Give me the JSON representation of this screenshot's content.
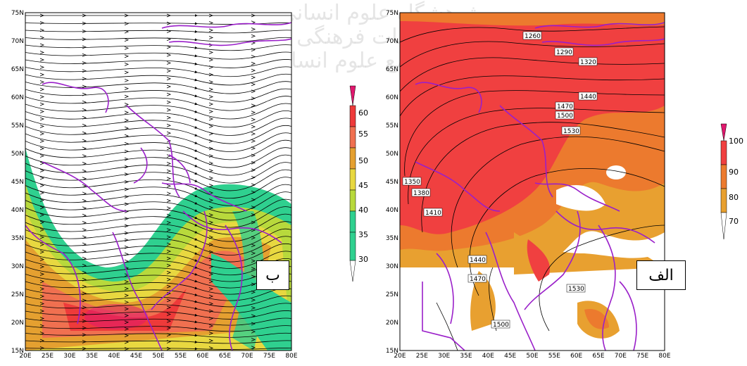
{
  "watermark": {
    "line1": "پژوهشگاه علوم انسانی و مطالعات فرهنگی",
    "line2": "پرتال جامع علوم انسانی"
  },
  "panels": [
    {
      "id": "b",
      "label": "ب",
      "lat_ticks": [
        "75N",
        "70N",
        "65N",
        "60N",
        "55N",
        "50N",
        "45N",
        "40N",
        "35N",
        "30N",
        "25N",
        "20N",
        "15N"
      ],
      "lon_ticks": [
        "20E",
        "25E",
        "30E",
        "35E",
        "40E",
        "45E",
        "50E",
        "55E",
        "60E",
        "65E",
        "70E",
        "75E",
        "80E"
      ],
      "colorbar_labels": [
        "60",
        "55",
        "50",
        "45",
        "40",
        "35",
        "30"
      ],
      "overlay": "streamlines"
    },
    {
      "id": "alef",
      "label": "الف",
      "lat_ticks": [
        "75N",
        "70N",
        "65N",
        "60N",
        "55N",
        "50N",
        "45N",
        "40N",
        "35N",
        "30N",
        "25N",
        "20N",
        "15N"
      ],
      "lon_ticks": [
        "20E",
        "25E",
        "30E",
        "35E",
        "40E",
        "45E",
        "50E",
        "55E",
        "60E",
        "65E",
        "70E",
        "75E",
        "80E"
      ],
      "colorbar_labels": [
        "100",
        "90",
        "80",
        "70"
      ],
      "overlay": "geopotential-contours",
      "contour_labels": [
        "1260",
        "1290",
        "1320",
        "1440",
        "1470",
        "1500",
        "1530",
        "1350",
        "1380",
        "1410",
        "1440",
        "1470",
        "1530",
        "1500"
      ]
    }
  ],
  "colors": {
    "boundary": "#9a1fc9",
    "jet_green": "#2fd08f",
    "jet_lime": "#b8d93c",
    "jet_yellow": "#e8d840",
    "jet_orange": "#e5a030",
    "jet_salmon": "#f07050",
    "jet_red": "#ee3a3a",
    "jet_magenta": "#e0186e",
    "rh_orange": "#e8a030",
    "rh_darkorange": "#ec7a2e",
    "rh_red": "#f04040",
    "rh_magenta": "#e0186e"
  }
}
